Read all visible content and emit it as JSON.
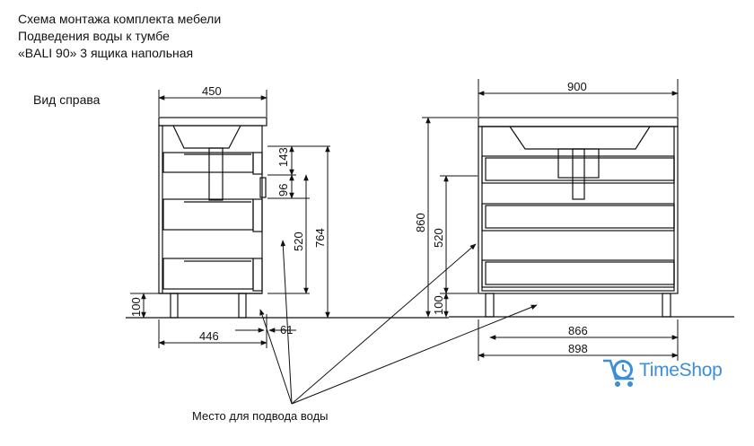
{
  "title": {
    "line1": "Схема монтажа комплекта мебели",
    "line2": "Подведения воды к тумбе",
    "line3": "«BALI 90» 3 ящика напольная"
  },
  "side_view_label": "Вид справа",
  "water_supply_label": "Место для подвода воды",
  "dimensions": {
    "side_width": "450",
    "d143": "143",
    "d96": "96",
    "d520_side": "520",
    "d764": "764",
    "d100_side": "100",
    "d446": "446",
    "d61": "61",
    "front_width": "900",
    "d860": "860",
    "d520_front": "520",
    "d100_front": "100",
    "d866": "866",
    "d898": "898"
  },
  "logo": {
    "text": "TimeShop",
    "icon": "clock-cart-icon",
    "color": "#3a8fd8"
  }
}
